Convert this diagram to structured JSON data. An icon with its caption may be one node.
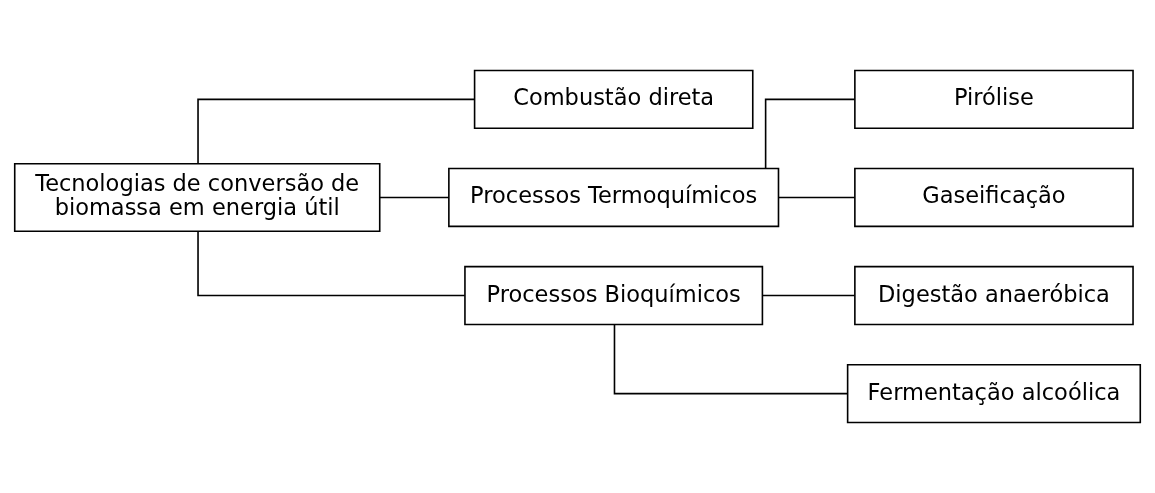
{
  "diagram": {
    "nodes": [
      {
        "text": [
          "Tecnologias de conversão de biomassa em energia útil"
        ]
      },
      {
        "text": [
          "Combustão direta"
        ]
      },
      {
        "text": [
          "Processos Termoquímicos"
        ]
      },
      {
        "text": [
          "Pirólise"
        ]
      },
      {
        "text": [
          "Gaseificação"
        ]
      },
      {
        "text": [
          "Processos Bioquímicos"
        ]
      },
      {
        "text": [
          "Digestão anaeróbica"
        ]
      },
      {
        "text": [
          "Fermentação alcoólica"
        ]
      }
    ],
    "edges": [
      {
        "from": 0,
        "to": 1,
        "arrow": "none"
      },
      {
        "from": 0,
        "to": 2,
        "arrow": "none"
      },
      {
        "from": 0,
        "to": 5,
        "arrow": "none"
      },
      {
        "from": 2,
        "to": 3,
        "arrow": "none"
      },
      {
        "from": 2,
        "to": 4,
        "arrow": "none"
      },
      {
        "from": 5,
        "to": 6,
        "arrow": "none"
      },
      {
        "from": 5,
        "to": 7,
        "arrow": "none"
      }
    ]
  }
}
